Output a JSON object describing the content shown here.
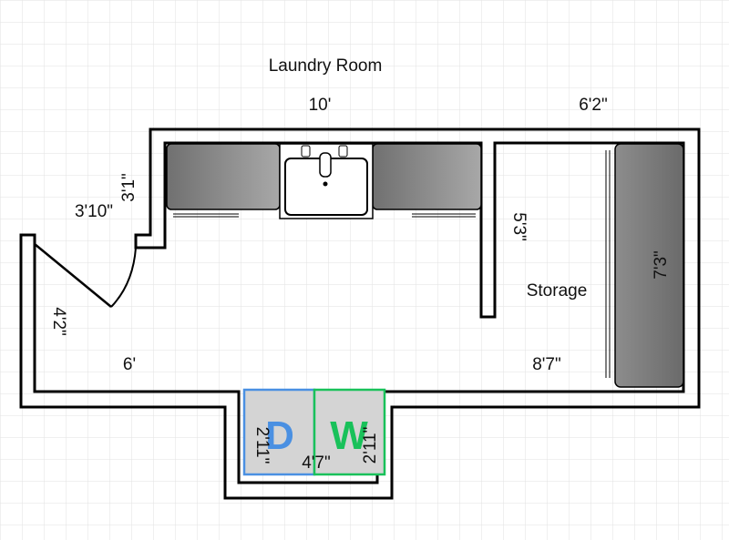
{
  "title": "Laundry Room",
  "labels": {
    "top_width_main": "10'",
    "top_width_storage": "6'2\"",
    "wall_left_upper": "3'1\"",
    "wall_left_step": "3'10\"",
    "door_wall": "4'2\"",
    "bottom_left": "6'",
    "storage_wall": "5'3\"",
    "storage_room": "Storage",
    "shelf_length": "7'3\"",
    "bottom_right": "8'7\"",
    "alcove_width": "4'7\"",
    "dryer_depth": "2'11\"",
    "washer_depth": "2'11\""
  },
  "appliances": {
    "dryer": {
      "letter": "D",
      "color": "#4a90e2"
    },
    "washer": {
      "letter": "W",
      "color": "#19c15a"
    }
  },
  "colors": {
    "wall": "#000000",
    "counter": "#8a8a8a",
    "grid": "#e2e2e2"
  }
}
